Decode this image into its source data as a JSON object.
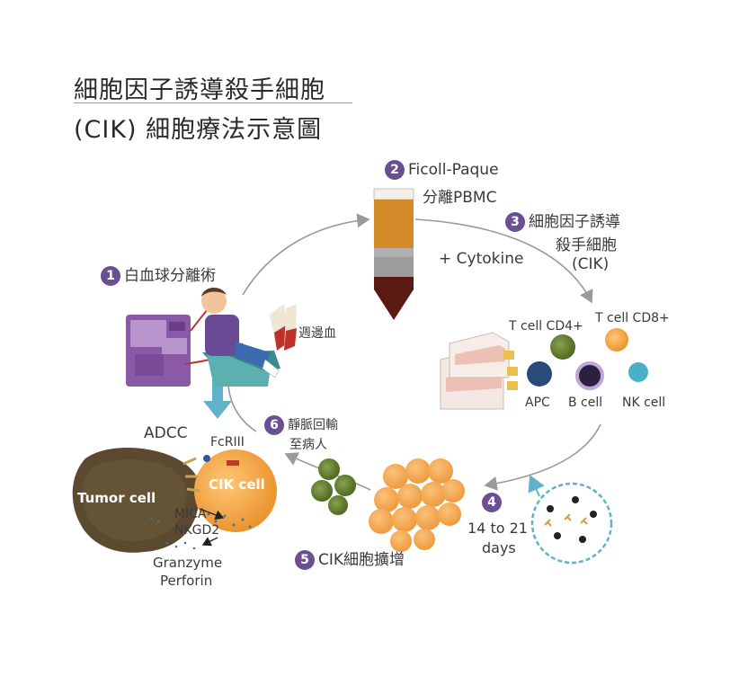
{
  "title": {
    "line1": "細胞因子誘導殺手細胞",
    "line2": "(CIK) 細胞療法示意圖"
  },
  "steps": [
    {
      "num": "1",
      "label": "白血球分離術"
    },
    {
      "num": "2",
      "label_line1": "Ficoll-Paque",
      "label_line2": "分離PBMC"
    },
    {
      "num": "3",
      "label_line1": "細胞因子誘導",
      "label_line2": "殺手細胞",
      "label_line3": "(CIK)"
    },
    {
      "num": "4",
      "label_line1": "14 to 21",
      "label_line2": "days"
    },
    {
      "num": "5",
      "label": "CIK細胞擴增"
    },
    {
      "num": "6",
      "label_line1": "靜脈回輸",
      "label_line2": "至病人"
    }
  ],
  "labels": {
    "cytokine": "+ Cytokine",
    "peripheral_blood": "週邊血",
    "t_cell_cd4": "T cell CD4+",
    "t_cell_cd8": "T cell CD8+",
    "apc": "APC",
    "b_cell": "B cell",
    "nk_cell": "NK cell",
    "adcc": "ADCC",
    "fcriii": "FcRIII",
    "tumor_cell": "Tumor cell",
    "cik_cell": "CIK cell",
    "mica": "MICA",
    "nkgd2": "NKGD2",
    "granzyme": "Granzyme",
    "perforin": "Perforin"
  },
  "colors": {
    "badge": "#6b4f93",
    "arrow": "#9a9a9a",
    "blue_arrow": "#5fb2c8",
    "cik_orange": "#f0a040",
    "expanded_orange": "#f2a24a",
    "green_cell": "#5a7a2a",
    "tumor": "#5b4a2f"
  }
}
